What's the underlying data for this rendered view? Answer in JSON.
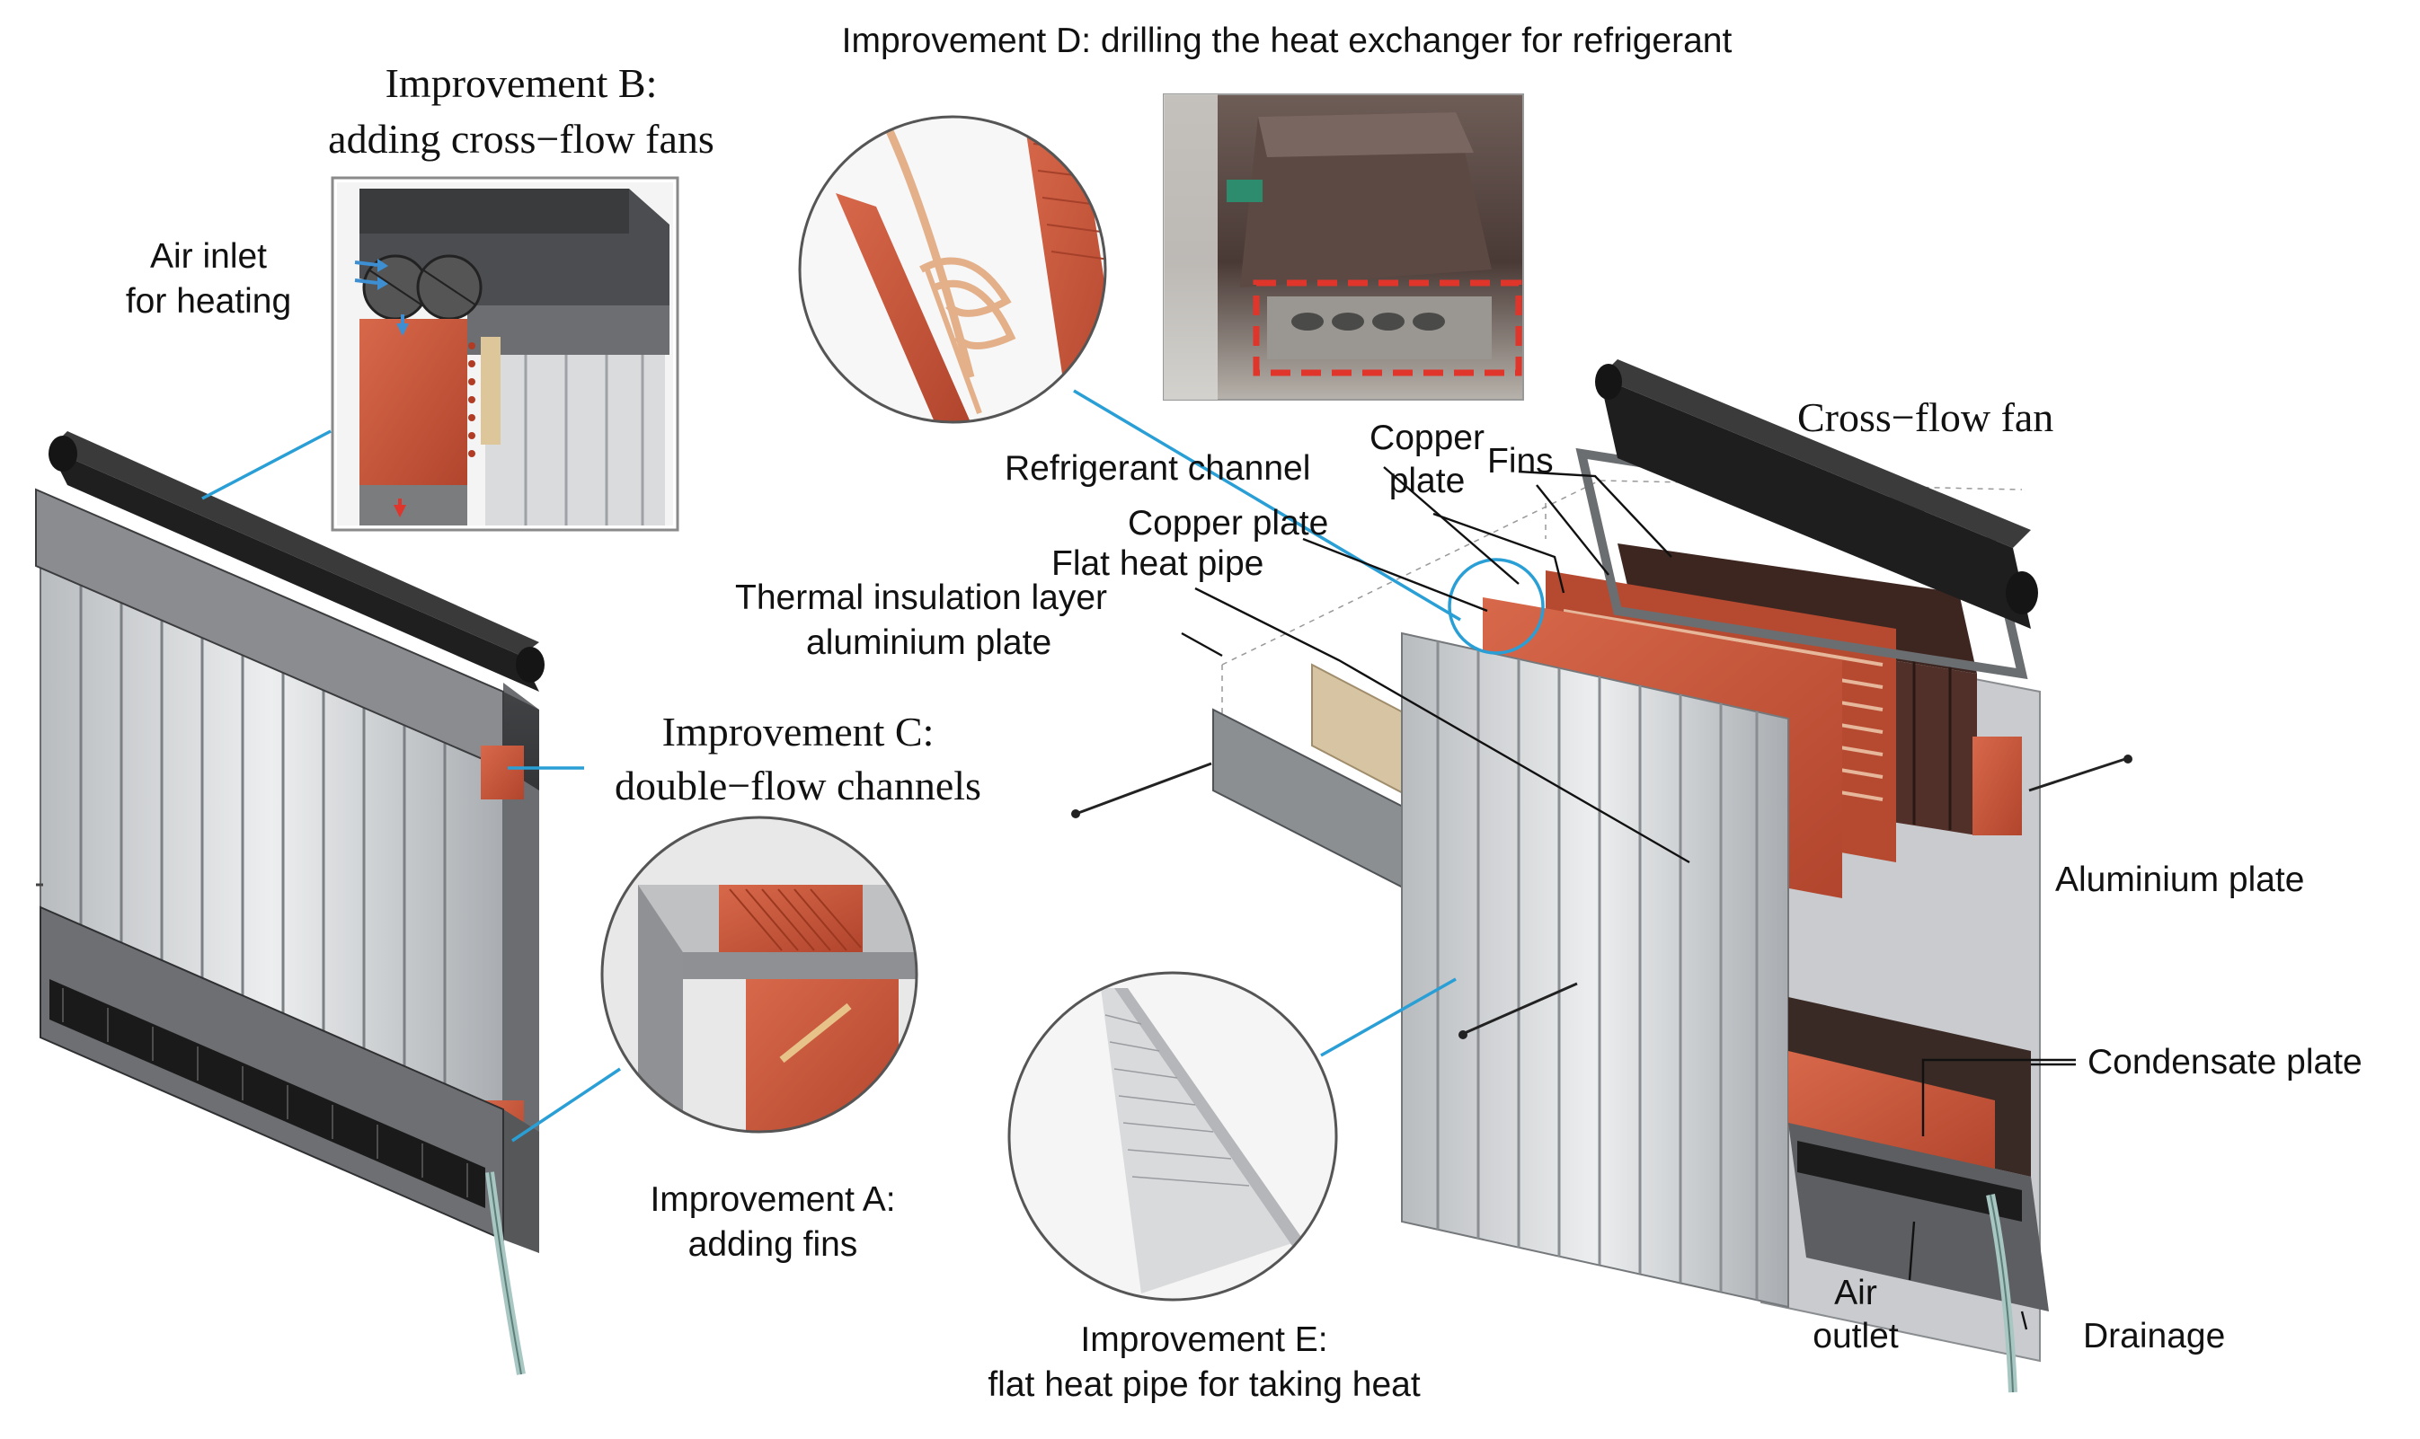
{
  "improvements": {
    "b_line1": "Improvement B:",
    "b_line2": "adding cross−flow fans",
    "c_line1": "Improvement C:",
    "c_line2": "double−flow channels",
    "a_line1": "Improvement A:",
    "a_line2": "adding fins",
    "d": "Improvement D: drilling the heat exchanger for refrigerant",
    "e_line1": "Improvement E:",
    "e_line2": "flat heat pipe for taking heat"
  },
  "labels": {
    "air_inlet_1": "Air inlet",
    "air_inlet_2": "for heating",
    "cross_flow_fan": "Cross−flow fan",
    "copper_plate_top_1": "Copper",
    "copper_plate_top_2": "plate",
    "fins": "Fins",
    "refrigerant_channel": "Refrigerant channel",
    "copper_plate": "Copper plate",
    "flat_heat_pipe": "Flat heat pipe",
    "thermal_insulation": "Thermal insulation layer",
    "aluminium_plate_front": "aluminium plate",
    "aluminium_plate": "Aluminium plate",
    "condensate_plate": "Condensate plate",
    "air_outlet_1": "Air",
    "air_outlet_2": "outlet",
    "drainage": "Drainage"
  },
  "colors": {
    "copper": "#c8553a",
    "copper_dark": "#5a2e22",
    "aluminium": "#d2d4d6",
    "fan_black": "#2b2b2b",
    "insulation": "#d7c4a2",
    "callout_blue": "#2a9fd6",
    "highlight_red": "#e0352b"
  }
}
